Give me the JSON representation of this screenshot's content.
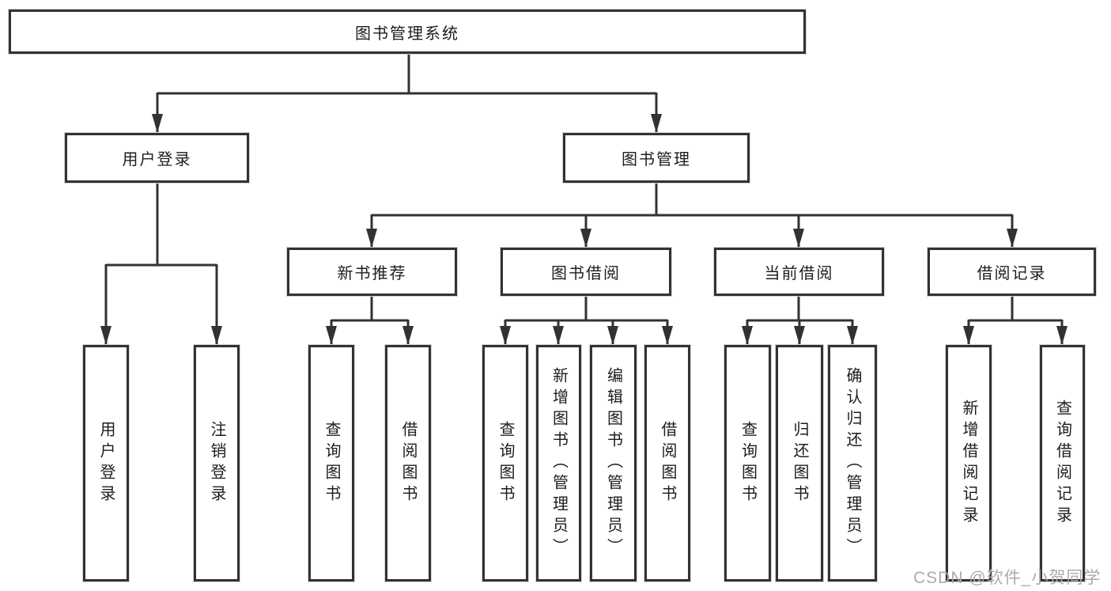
{
  "tree": {
    "label": "图书管理系统",
    "children": [
      {
        "label": "用户登录",
        "children": [
          {
            "label": "用户登录"
          },
          {
            "label": "注销登录"
          }
        ]
      },
      {
        "label": "图书管理",
        "children": [
          {
            "label": "新书推荐",
            "children": [
              {
                "label": "查询图书"
              },
              {
                "label": "借阅图书"
              }
            ]
          },
          {
            "label": "图书借阅",
            "children": [
              {
                "label": "查询图书"
              },
              {
                "label": "新增图书（管理员）"
              },
              {
                "label": "编辑图书（管理员）"
              },
              {
                "label": "借阅图书"
              }
            ]
          },
          {
            "label": "当前借阅",
            "children": [
              {
                "label": "查询图书"
              },
              {
                "label": "归还图书"
              },
              {
                "label": "确认归还（管理员）"
              }
            ]
          },
          {
            "label": "借阅记录",
            "children": [
              {
                "label": "新增借阅记录"
              },
              {
                "label": "查询借阅记录"
              }
            ]
          }
        ]
      }
    ]
  },
  "watermark": {
    "text": "CSDN @软件_小贺同学",
    "color": "#ababab"
  },
  "colors": {
    "line": "#323232",
    "box_border": "#323232",
    "text": "#1d1d1d",
    "background": "#ffffff"
  }
}
